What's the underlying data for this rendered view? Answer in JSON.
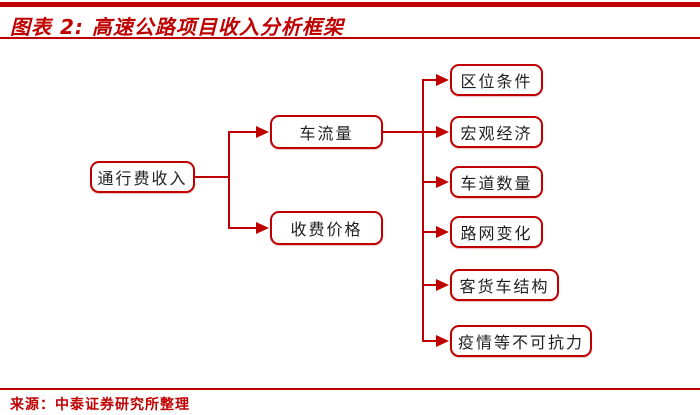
{
  "figure": {
    "title": "图表 2:  高速公路项目收入分析框架",
    "source": "来源：中泰证券研究所整理"
  },
  "flowchart": {
    "root": {
      "label": "通行费收入"
    },
    "drivers": [
      {
        "label": "车流量"
      },
      {
        "label": "收费价格"
      }
    ],
    "factors": [
      {
        "label": "区位条件"
      },
      {
        "label": "宏观经济"
      },
      {
        "label": "车道数量"
      },
      {
        "label": "路网变化"
      },
      {
        "label": "客货车结构"
      },
      {
        "label": "疫情等不可抗力"
      }
    ]
  },
  "colors": {
    "accent_red": "#c00000",
    "node_border": "#c00000",
    "node_background": "#ffffff",
    "node_text": "#1f1f1f",
    "page_background": "#ffffff"
  }
}
